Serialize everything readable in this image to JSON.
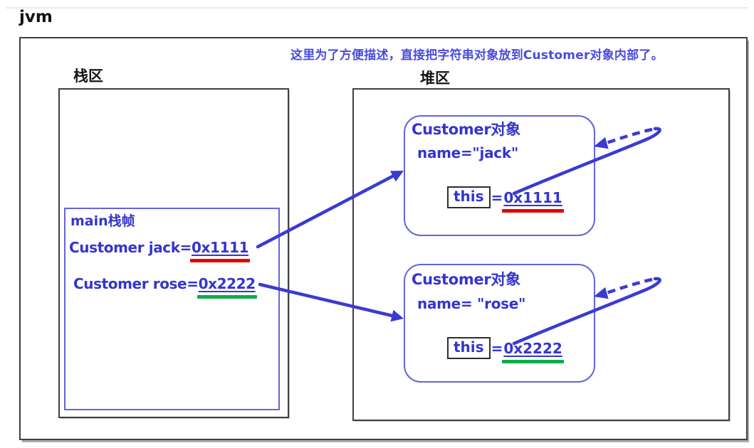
{
  "page": {
    "title": "jvm"
  },
  "annotation": "这里为了方便描述，直接把字符串对象放到Customer对象内部了。",
  "stack": {
    "label": "栈区",
    "frame": {
      "title": "main栈帧",
      "vars": [
        {
          "name": "Customer jack",
          "eq": "=",
          "value": "0x1111",
          "underline_color": "#e60202"
        },
        {
          "name": "Customer rose",
          "eq": "=",
          "value": "0x2222",
          "underline_color": "#0dad49"
        }
      ]
    }
  },
  "heap": {
    "label": "堆区",
    "objects": [
      {
        "title": "Customer对象",
        "field": "name=\"jack\"",
        "this_label": "this",
        "eq": "=",
        "value": "0x1111",
        "underline_color": "#e60202"
      },
      {
        "title": "Customer对象",
        "field": "name= \"rose\"",
        "this_label": "this",
        "eq": "=",
        "value": "0x2222",
        "underline_color": "#0dad49"
      }
    ]
  },
  "colors": {
    "arrow_blue": "#3a3ad2",
    "text_blue": "#3434cf",
    "annotation_blue": "#4a4adf",
    "red_underline": "#e60202",
    "green_underline": "#0dad49",
    "frame_border": "#6464dd",
    "box_border": "#3f3f3f",
    "background": "#ffffff"
  }
}
